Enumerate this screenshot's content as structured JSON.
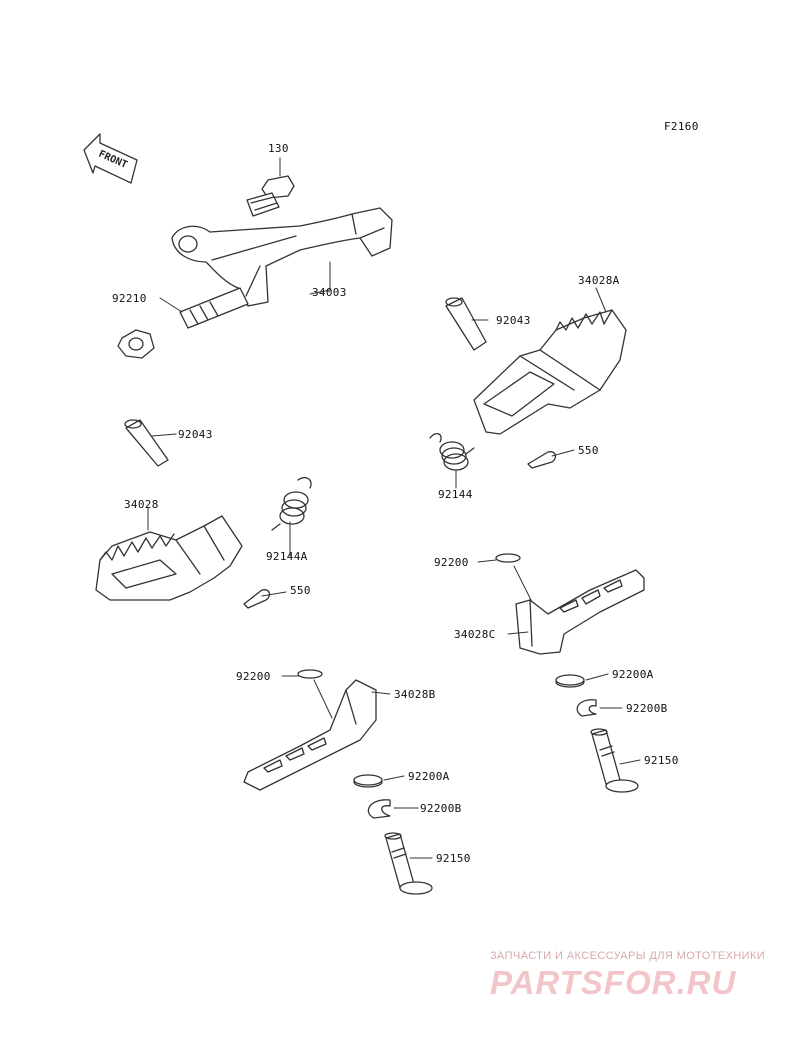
{
  "figure_code": "F2160",
  "front_label": "FRONT",
  "parts": {
    "p130": "130",
    "p34003": "34003",
    "p92210": "92210",
    "p92043_right": "92043",
    "p34028A": "34028A",
    "p92043_left": "92043",
    "p550_right": "550",
    "p92144": "92144",
    "p34028": "34028",
    "p92144A": "92144A",
    "p550_left": "550",
    "p92200_right": "92200",
    "p34028C": "34028C",
    "p92200A_right": "92200A",
    "p92200B_right": "92200B",
    "p92150_right": "92150",
    "p92200_left": "92200",
    "p34028B": "34028B",
    "p92200A_left": "92200A",
    "p92200B_left": "92200B",
    "p92150_left": "92150"
  },
  "watermark": {
    "tagline": "ЗАПЧАСТИ И АКСЕССУАРЫ ДЛЯ МОТОТЕХНИКИ",
    "logo": "PARTSFOR.RU"
  },
  "colors": {
    "line": "#333333",
    "watermark": "#e8a9ac"
  }
}
